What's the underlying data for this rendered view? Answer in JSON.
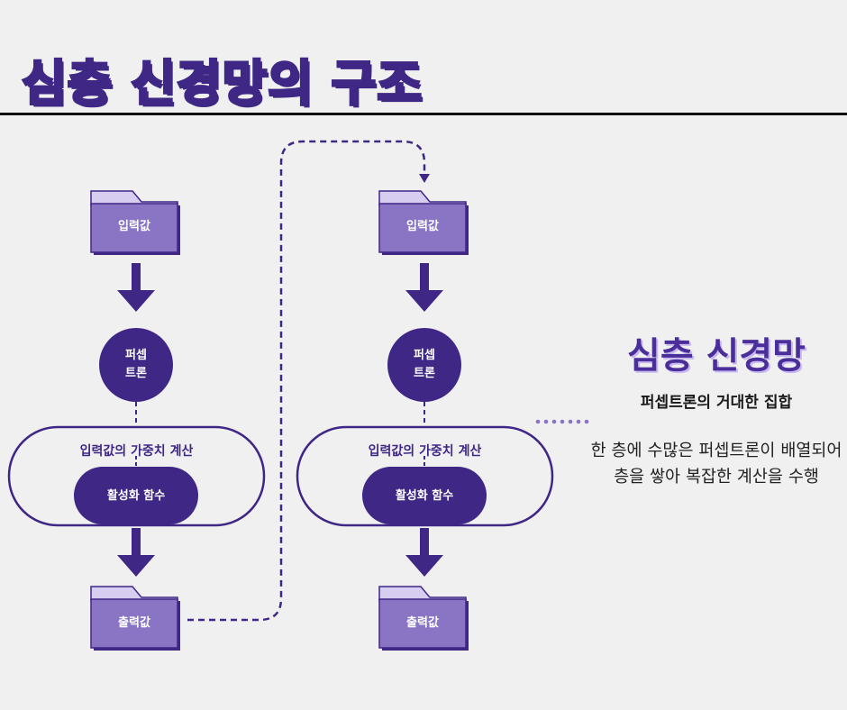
{
  "title": "심층 신경망의 구조",
  "columns": [
    {
      "input_label": "입력값",
      "perceptron_line1": "퍼셉",
      "perceptron_line2": "트론",
      "weight_label": "입력값의 가중치 계산",
      "activation_label": "활성화 함수",
      "output_label": "출력값"
    },
    {
      "input_label": "입력값",
      "perceptron_line1": "퍼셉",
      "perceptron_line2": "트론",
      "weight_label": "입력값의 가중치 계산",
      "activation_label": "활성화 함수",
      "output_label": "출력값"
    }
  ],
  "side": {
    "title": "심층 신경망",
    "subtitle": "퍼셉트론의 거대한 집합",
    "description": "한 층에 수많은 퍼셉트론이 배열되어 층을 쌓아 복잡한 계산을 수행"
  },
  "colors": {
    "primary": "#3f2785",
    "folder_front": "#8a74c4",
    "folder_back": "#d6cdf0",
    "background": "#f0f0f0"
  }
}
